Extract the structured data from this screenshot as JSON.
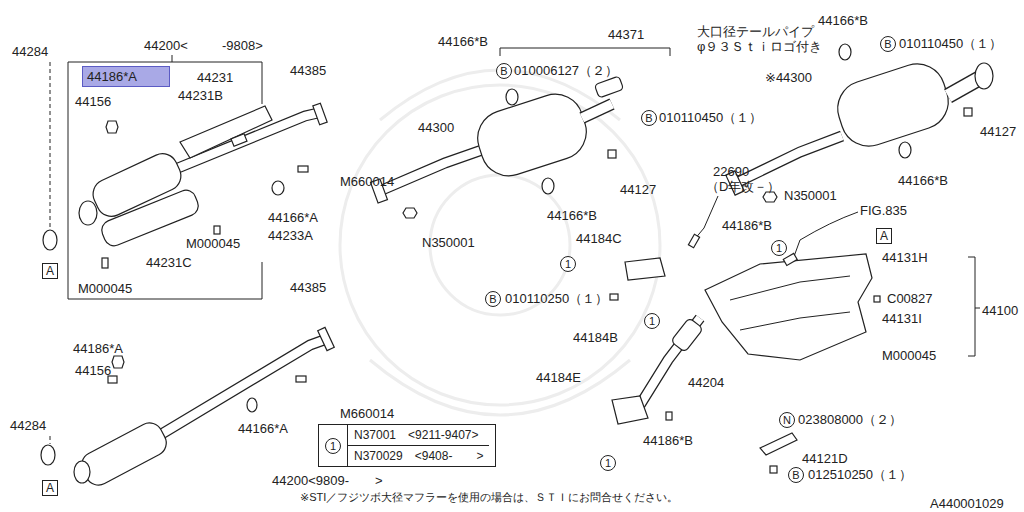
{
  "diagram": {
    "nodes": [
      {
        "text": [
          "44186*A"
        ]
      },
      {
        "text": [
          "B"
        ]
      },
      {
        "text": [
          "B"
        ]
      },
      {
        "text": [
          "B"
        ]
      },
      {
        "text": [
          "A"
        ]
      },
      {
        "text": [
          "1"
        ]
      },
      {
        "text": [
          "1"
        ]
      },
      {
        "text": [
          "A"
        ]
      },
      {
        "text": [
          "B"
        ]
      },
      {
        "text": [
          "1"
        ]
      },
      {
        "text": [
          "N"
        ]
      },
      {
        "text": [
          "N37001　<9211-9407>",
          "N370029　<9408-　　>"
        ]
      },
      {
        "text": [
          "1"
        ],
        "in": 11
      },
      {
        "text": [
          "1"
        ]
      },
      {
        "text": [
          "B"
        ]
      },
      {
        "text": [
          "A"
        ]
      }
    ],
    "labels": [
      "44284",
      "44200<",
      "-9808>",
      "44231",
      "44156",
      "44231B",
      "44385",
      "M660014",
      "44166*A",
      "44233A",
      "M000045",
      "44231C",
      "M000045",
      "44166*B",
      "44371",
      "010006127（２）",
      "44300",
      "010110450（１）",
      "44127",
      "44166*B",
      "N350001",
      "44166*B",
      "大口径テールパイプ",
      "φ９３Ｓｔｉロゴ付き",
      "010110450（１）",
      "※44300",
      "44127",
      "44166*B",
      "N350001",
      "22690",
      "（D年改－）",
      "FIG.835",
      "44186*B",
      "44184C",
      "44131H",
      "010110250（１）",
      "C00827",
      "44100",
      "44131I",
      "44184B",
      "M000045",
      "44385",
      "44186*A",
      "44156",
      "44184E",
      "44204",
      "M660014",
      "023808000（２）",
      "44284",
      "44166*A",
      "44186*B",
      "44121D",
      "44200<9809-　　>",
      "012510250（１）",
      "※STI／フジツボ大径マフラーを使用の場合は、ＳＴＩにお問合せください。",
      "A440001029"
    ]
  }
}
